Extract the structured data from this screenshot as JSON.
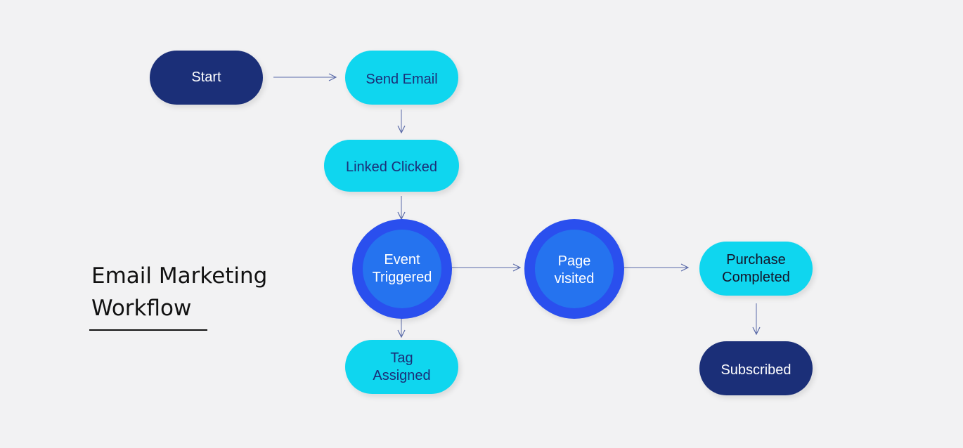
{
  "title": {
    "line1": "Email Marketing",
    "line2": "Workflow"
  },
  "nodes": {
    "start": "Start",
    "send_email": "Send Email",
    "linked_clicked": "Linked Clicked",
    "event_triggered": {
      "line1": "Event",
      "line2": "Triggered"
    },
    "page_visited": {
      "line1": "Page",
      "line2": "visited"
    },
    "purchase_completed": {
      "line1": "Purchase",
      "line2": "Completed"
    },
    "tag_assigned": {
      "line1": "Tag",
      "line2": "Assigned"
    },
    "subscribed": "Subscribed"
  },
  "colors": {
    "background": "#f2f2f3",
    "dark_node": "#1b2f78",
    "cyan_node": "#0fd6ef",
    "circle_ring": "#2a4fee",
    "circle_core": "#2573ef",
    "connector": "#5a6aa8"
  }
}
